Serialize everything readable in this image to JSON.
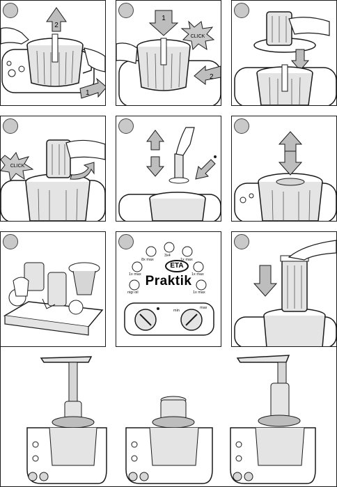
{
  "panels": {
    "p1": {
      "arrow1": "1",
      "arrow2": "2"
    },
    "p2": {
      "arrow1": "1",
      "arrow2": "2",
      "click": "CLICK"
    },
    "p4": {
      "click": "CLICK"
    },
    "p8": {
      "brand": "Praktik",
      "logo": "ETA",
      "icons": [
        {
          "label": "8x max"
        },
        {
          "label": "3x4"
        },
        {
          "label": "1x max"
        },
        {
          "label": "1x max"
        },
        {
          "label": "1x max"
        },
        {
          "label": "1x max"
        },
        {
          "label": "nigi oil"
        },
        {
          "label": "1x max"
        }
      ],
      "dial_labels": {
        "min": "min",
        "max": "max"
      }
    }
  },
  "colors": {
    "line": "#1a1a1a",
    "arrow_fill": "#bdbdbd",
    "badge": "#c9c9c9",
    "metal": "#d6d6d6"
  }
}
